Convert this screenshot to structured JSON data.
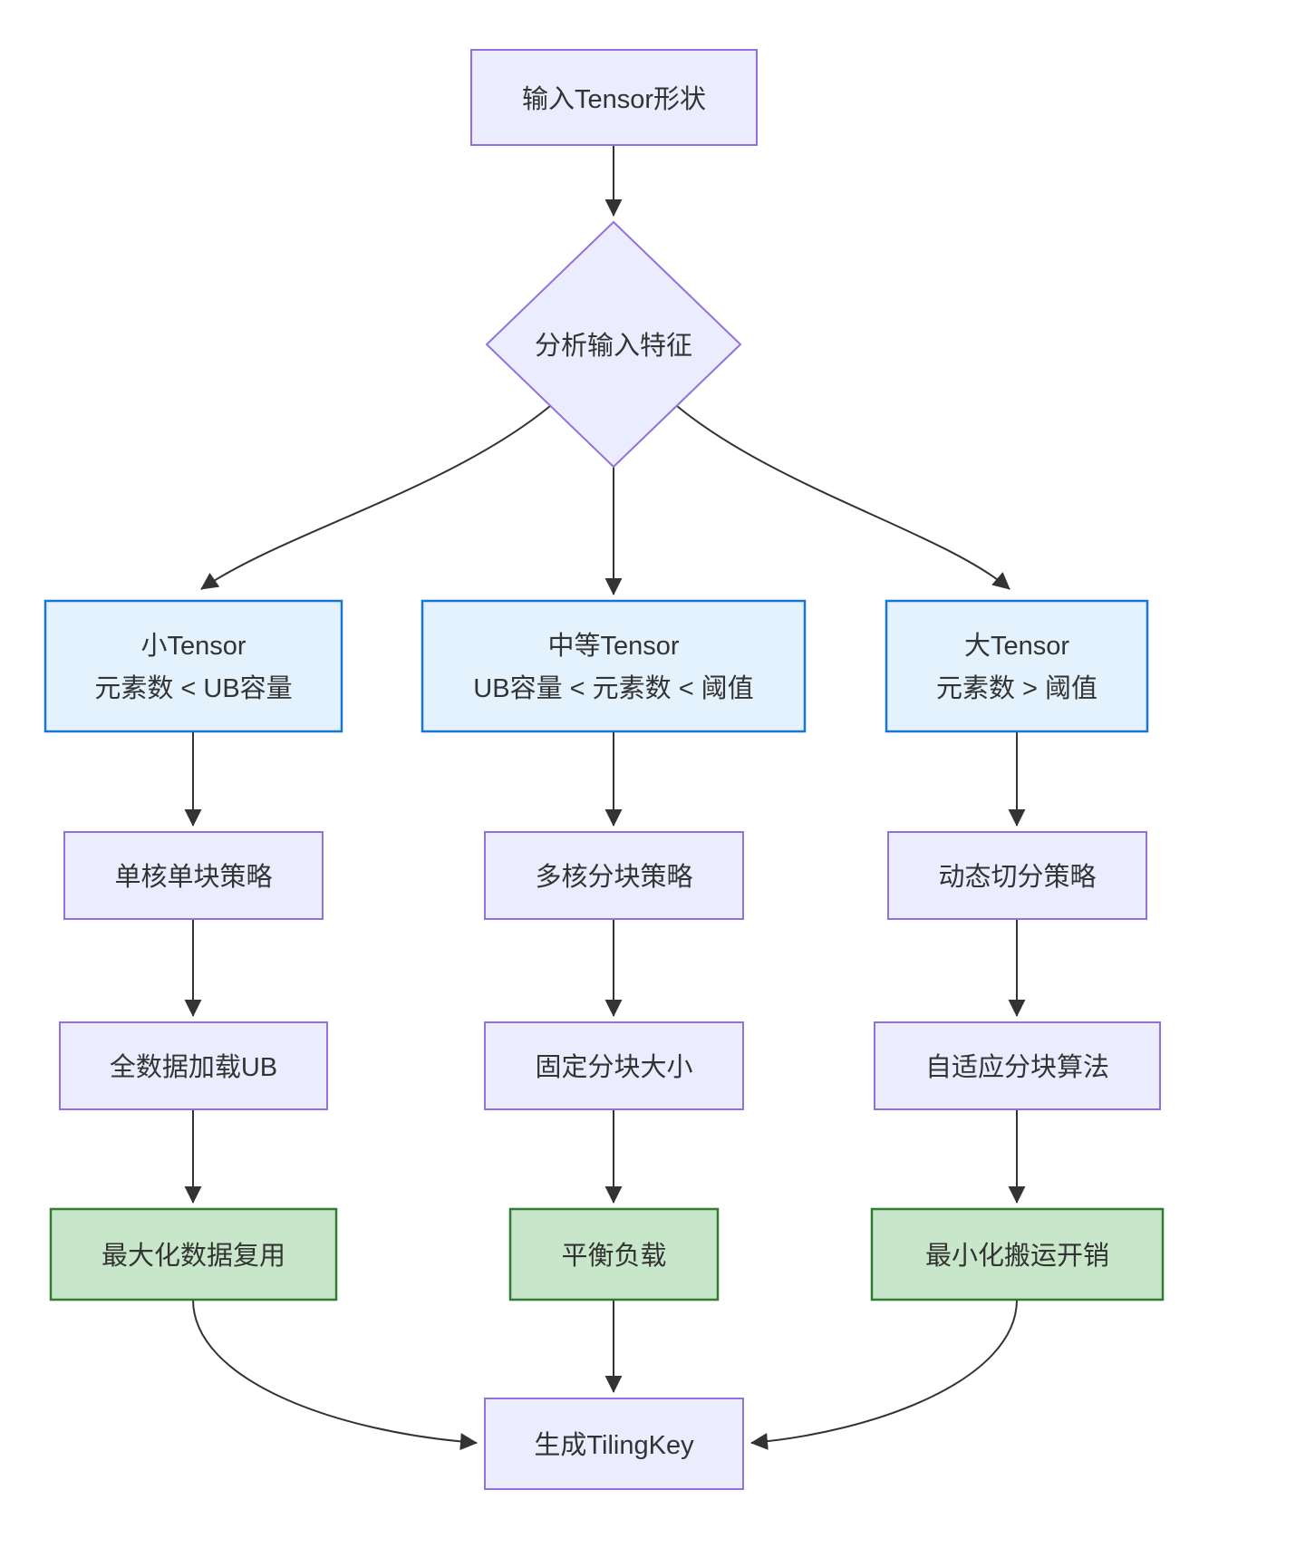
{
  "diagram": {
    "type": "flowchart",
    "direction": "top-down",
    "nodes": {
      "input": {
        "label": "输入Tensor形状",
        "shape": "rect",
        "style": "lavender"
      },
      "decision": {
        "label": "分析输入特征",
        "shape": "diamond",
        "style": "lavender"
      },
      "small": {
        "line1": "小Tensor",
        "line2": "元素数 < UB容量",
        "shape": "rect",
        "style": "blue"
      },
      "medium": {
        "line1": "中等Tensor",
        "line2": "UB容量 < 元素数 < 阈值",
        "shape": "rect",
        "style": "blue"
      },
      "large": {
        "line1": "大Tensor",
        "line2": "元素数 > 阈值",
        "shape": "rect",
        "style": "blue"
      },
      "small_strategy": {
        "label": "单核单块策略",
        "shape": "rect",
        "style": "lavender"
      },
      "medium_strategy": {
        "label": "多核分块策略",
        "shape": "rect",
        "style": "lavender"
      },
      "large_strategy": {
        "label": "动态切分策略",
        "shape": "rect",
        "style": "lavender"
      },
      "small_action": {
        "label": "全数据加载UB",
        "shape": "rect",
        "style": "lavender"
      },
      "medium_action": {
        "label": "固定分块大小",
        "shape": "rect",
        "style": "lavender"
      },
      "large_action": {
        "label": "自适应分块算法",
        "shape": "rect",
        "style": "lavender"
      },
      "small_goal": {
        "label": "最大化数据复用",
        "shape": "rect",
        "style": "green"
      },
      "medium_goal": {
        "label": "平衡负载",
        "shape": "rect",
        "style": "green"
      },
      "large_goal": {
        "label": "最小化搬运开销",
        "shape": "rect",
        "style": "green"
      },
      "output": {
        "label": "生成TilingKey",
        "shape": "rect",
        "style": "lavender"
      }
    },
    "edges": [
      {
        "from": "input",
        "to": "decision"
      },
      {
        "from": "decision",
        "to": "small"
      },
      {
        "from": "decision",
        "to": "medium"
      },
      {
        "from": "decision",
        "to": "large"
      },
      {
        "from": "small",
        "to": "small_strategy"
      },
      {
        "from": "medium",
        "to": "medium_strategy"
      },
      {
        "from": "large",
        "to": "large_strategy"
      },
      {
        "from": "small_strategy",
        "to": "small_action"
      },
      {
        "from": "medium_strategy",
        "to": "medium_action"
      },
      {
        "from": "large_strategy",
        "to": "large_action"
      },
      {
        "from": "small_action",
        "to": "small_goal"
      },
      {
        "from": "medium_action",
        "to": "medium_goal"
      },
      {
        "from": "large_action",
        "to": "large_goal"
      },
      {
        "from": "small_goal",
        "to": "output"
      },
      {
        "from": "medium_goal",
        "to": "output"
      },
      {
        "from": "large_goal",
        "to": "output"
      }
    ],
    "colors": {
      "lavender_fill": "#ECECFF",
      "lavender_border": "#9370DB",
      "blue_fill": "#e3f2fd",
      "blue_border": "#1976d2",
      "green_fill": "#c8e6c9",
      "green_border": "#2e7d32",
      "edge": "#333333",
      "text": "#333333",
      "background": "#ffffff"
    }
  }
}
